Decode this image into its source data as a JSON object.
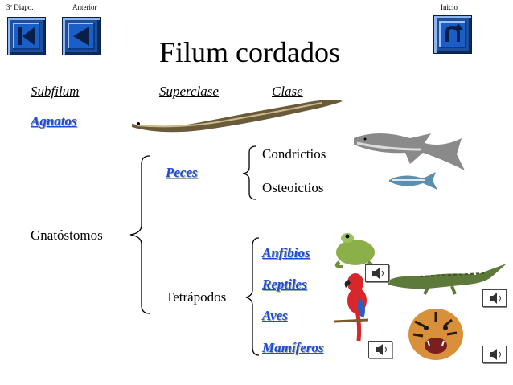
{
  "nav": {
    "slide_label": "3ª Diapo.",
    "prev_label": "Anterior",
    "home_label": "Inicio"
  },
  "title": "Filum cordados",
  "headers": {
    "subfilum": "Subfilum",
    "superclase": "Superclase",
    "clase": "Clase"
  },
  "taxa": {
    "agnatos": "Agnatos",
    "gnatostomos": "Gnatóstomos",
    "peces": "Peces",
    "condrictios": "Condrictios",
    "osteoictios": "Osteoictios",
    "tetrapodos": "Tetrápodos",
    "anfibios": "Anfibios",
    "reptiles": "Reptiles",
    "aves": "Aves",
    "mamiferos": "Mamíferos"
  },
  "colors": {
    "link": "#1f4bd8",
    "nav_button": "#1f4e9a"
  },
  "icons": [
    "first-slide-icon",
    "previous-slide-icon",
    "home-return-icon",
    "speaker-icon"
  ]
}
